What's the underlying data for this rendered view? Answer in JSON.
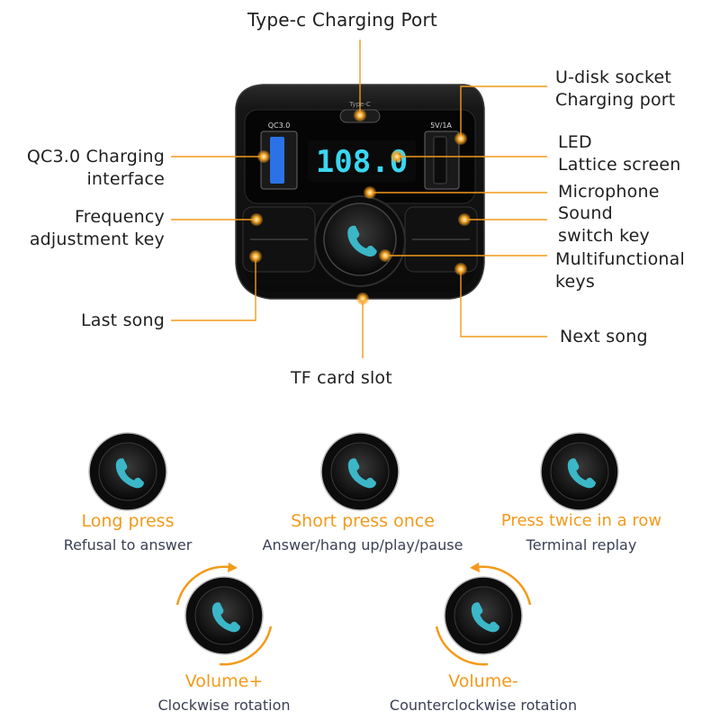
{
  "colors": {
    "accent": "#f39a1a",
    "device_body": "#151515",
    "display_digits": "#3ad7f0",
    "usb_qc": "#2a72e6",
    "knob_icon": "#3bb7c8",
    "label_text": "#1f1f1f",
    "desc_text": "#3a3f55"
  },
  "device": {
    "display_value": "108.0",
    "port_left_label": "QC3.0",
    "port_right_label": "5V/1A",
    "type_c_label": "Type-C"
  },
  "callouts": {
    "type_c": [
      "Type-c Charging Port"
    ],
    "u_disk": [
      "U-disk socket",
      "Charging port"
    ],
    "qc30": [
      "QC3.0 Charging",
      "interface"
    ],
    "led": [
      "LED",
      "Lattice screen"
    ],
    "microphone": [
      "Microphone"
    ],
    "frequency": [
      "Frequency",
      "adjustment key"
    ],
    "sound": [
      "Sound",
      "switch key"
    ],
    "multifunctional": [
      "Multifunctional",
      "keys"
    ],
    "last_song": [
      "Last song"
    ],
    "next_song": [
      "Next song"
    ],
    "tf_card": [
      "TF card slot"
    ]
  },
  "functions": [
    {
      "title": "Long press",
      "desc": "Refusal to answer",
      "icon": "phone-icon"
    },
    {
      "title": "Short press once",
      "desc": "Answer/hang up/play/pause",
      "icon": "phone-icon"
    },
    {
      "title": "Press twice in a row",
      "desc": "Terminal replay",
      "icon": "phone-icon"
    },
    {
      "title": "Volume+",
      "desc": "Clockwise rotation",
      "icon": "phone-icon",
      "rotation": "clockwise"
    },
    {
      "title": "Volume-",
      "desc": "Counterclockwise rotation",
      "icon": "phone-icon",
      "rotation": "counterclockwise"
    }
  ]
}
